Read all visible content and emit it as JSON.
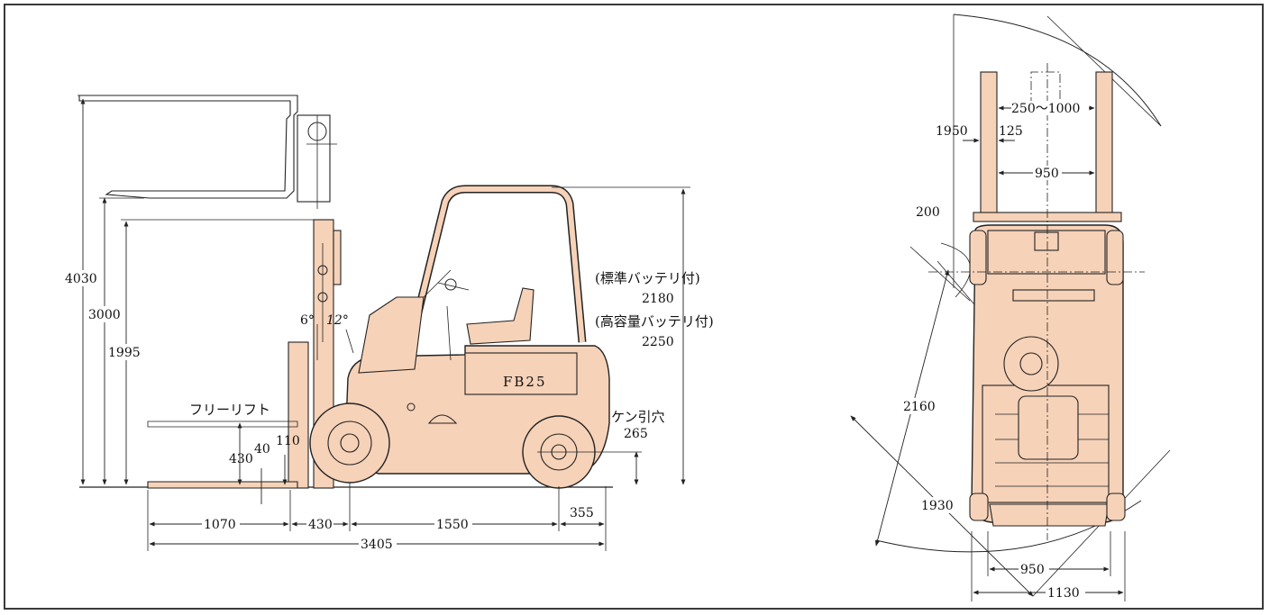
{
  "side_view": {
    "model_label": "FB25",
    "free_lift_label": "フリーリフト",
    "tow_hole_label": "ケン引穴",
    "std_battery_label": "(標準バッテリ付)",
    "high_cap_battery_label": "(高容量バッテリ付)",
    "dims": {
      "max_height": "4030",
      "lift_height": "3000",
      "mast_height": "1995",
      "overhead_guard_std": "2180",
      "overhead_guard_high": "2250",
      "free_lift": "430",
      "fork_thickness": "40",
      "ground_clearance": "110",
      "tow_hole_height": "265",
      "tilt_forward": "6°",
      "tilt_backward": "12°",
      "fork_length": "1070",
      "front_overhang": "430",
      "wheelbase": "1550",
      "rear_overhang": "355",
      "overall_length": "3405"
    }
  },
  "top_view": {
    "dims": {
      "fork_spread": "250～1000",
      "fork_width": "125",
      "outer_radius": "1950",
      "carriage_width": "950",
      "inner_radius": "200",
      "turning_radius": "2160",
      "aisle_radius": "1930",
      "tread": "950",
      "overall_width": "1130"
    }
  }
}
